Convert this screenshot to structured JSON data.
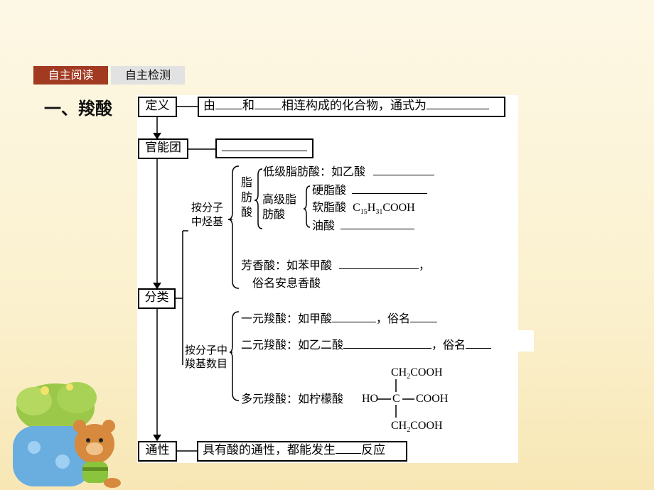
{
  "tabs": [
    {
      "label": "自主阅读",
      "active": true
    },
    {
      "label": "自主检测",
      "active": false
    }
  ],
  "heading": "一、羧酸",
  "diagram": {
    "definition": {
      "box": "定义",
      "text_a": "由",
      "text_b": "和",
      "text_c": "相连构成的化合物，通式为"
    },
    "functional_group": {
      "box": "官能团"
    },
    "classification": {
      "box": "分类",
      "by_hydrocarbon": {
        "label_line1": "按分子",
        "label_line2": "中烃基",
        "aliphatic_line1": "脂",
        "aliphatic_line2": "肪",
        "aliphatic_line3": "酸",
        "lower": "低级脂肪酸：如乙酸",
        "higher_line1": "高级脂",
        "higher_line2": "肪酸",
        "stearic": "硬脂酸",
        "palmitic": "软脂酸",
        "palmitic_formula_main": "C",
        "palmitic_sub1": "15",
        "palmitic_formula_mid": "H",
        "palmitic_sub2": "31",
        "palmitic_formula_end": "COOH",
        "oleic": "油酸",
        "aromatic_line1": "芳香酸：如苯甲酸",
        "aromatic_comma": "，",
        "aromatic_line2": "俗名安息香酸"
      },
      "by_carboxyl": {
        "label_line1": "按分子中",
        "label_line2": "羧基数目",
        "mono": "一元羧酸：如甲酸",
        "mono_common": "，俗名",
        "di": "二元羧酸：如乙二酸",
        "di_common": "，俗名",
        "poly": "多元羧酸：如柠檬酸",
        "citric_top": "CH",
        "citric_top_sub": "2",
        "citric_top_end": "COOH",
        "citric_ho": "HO",
        "citric_c": "C",
        "citric_mid": "COOH",
        "citric_bottom": "CH",
        "citric_bottom_sub": "2",
        "citric_bottom_end": "COOH"
      }
    },
    "properties": {
      "box": "通性",
      "text_a": "具有酸的通性，都能发生",
      "text_b": "反应"
    }
  }
}
